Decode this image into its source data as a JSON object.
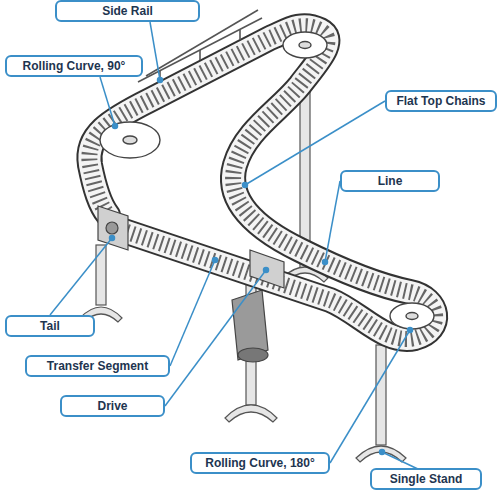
{
  "diagram": {
    "nodes": [
      {
        "text": [
          "Side Rail"
        ]
      },
      {
        "text": [
          "Rolling Curve, 90°"
        ]
      },
      {
        "text": [
          "Flat Top Chains"
        ]
      },
      {
        "text": [
          "Line"
        ]
      },
      {
        "text": [
          "Tail"
        ]
      },
      {
        "text": [
          "Transfer Segment"
        ]
      },
      {
        "text": [
          "Drive"
        ]
      },
      {
        "text": [
          "Rolling Curve, 180°"
        ]
      },
      {
        "text": [
          "Single Stand"
        ]
      }
    ]
  }
}
